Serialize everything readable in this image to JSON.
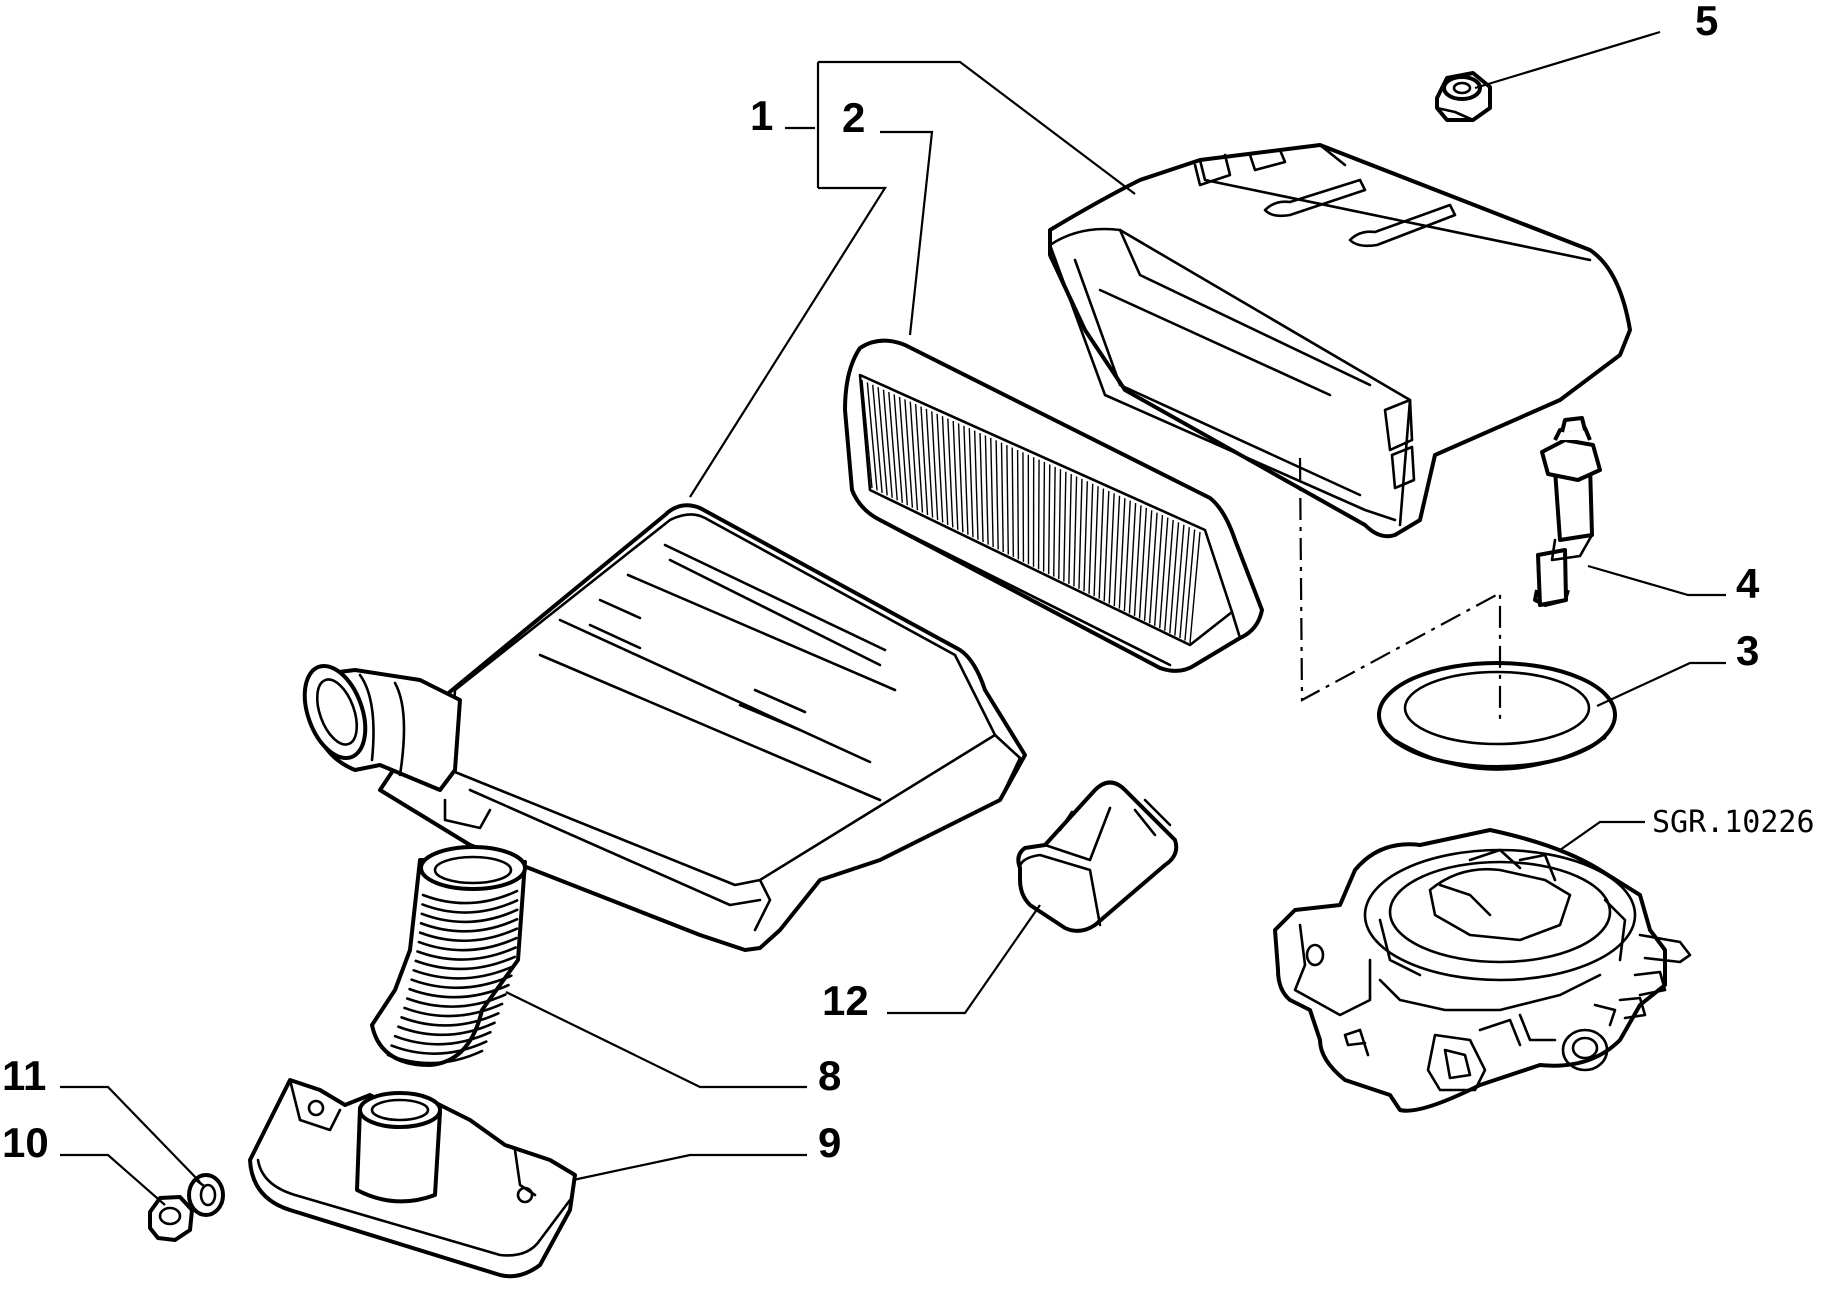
{
  "callouts": {
    "c1": "1",
    "c2": "2",
    "c3": "3",
    "c4": "4",
    "c5": "5",
    "c8": "8",
    "c9": "9",
    "c10": "10",
    "c11": "11",
    "c12": "12"
  },
  "reference_code": "SGR.10226",
  "parts": [
    {
      "name": "air-filter-lower-housing-icon"
    },
    {
      "name": "air-filter-element-icon"
    },
    {
      "name": "air-filter-cover-icon"
    },
    {
      "name": "gasket-ring-icon"
    },
    {
      "name": "stud-bolt-icon"
    },
    {
      "name": "nut-icon"
    },
    {
      "name": "corrugated-hose-icon"
    },
    {
      "name": "mounting-bracket-icon"
    },
    {
      "name": "small-nut-icon"
    },
    {
      "name": "spring-washer-icon"
    },
    {
      "name": "clip-icon"
    },
    {
      "name": "throttle-body-icon"
    }
  ]
}
